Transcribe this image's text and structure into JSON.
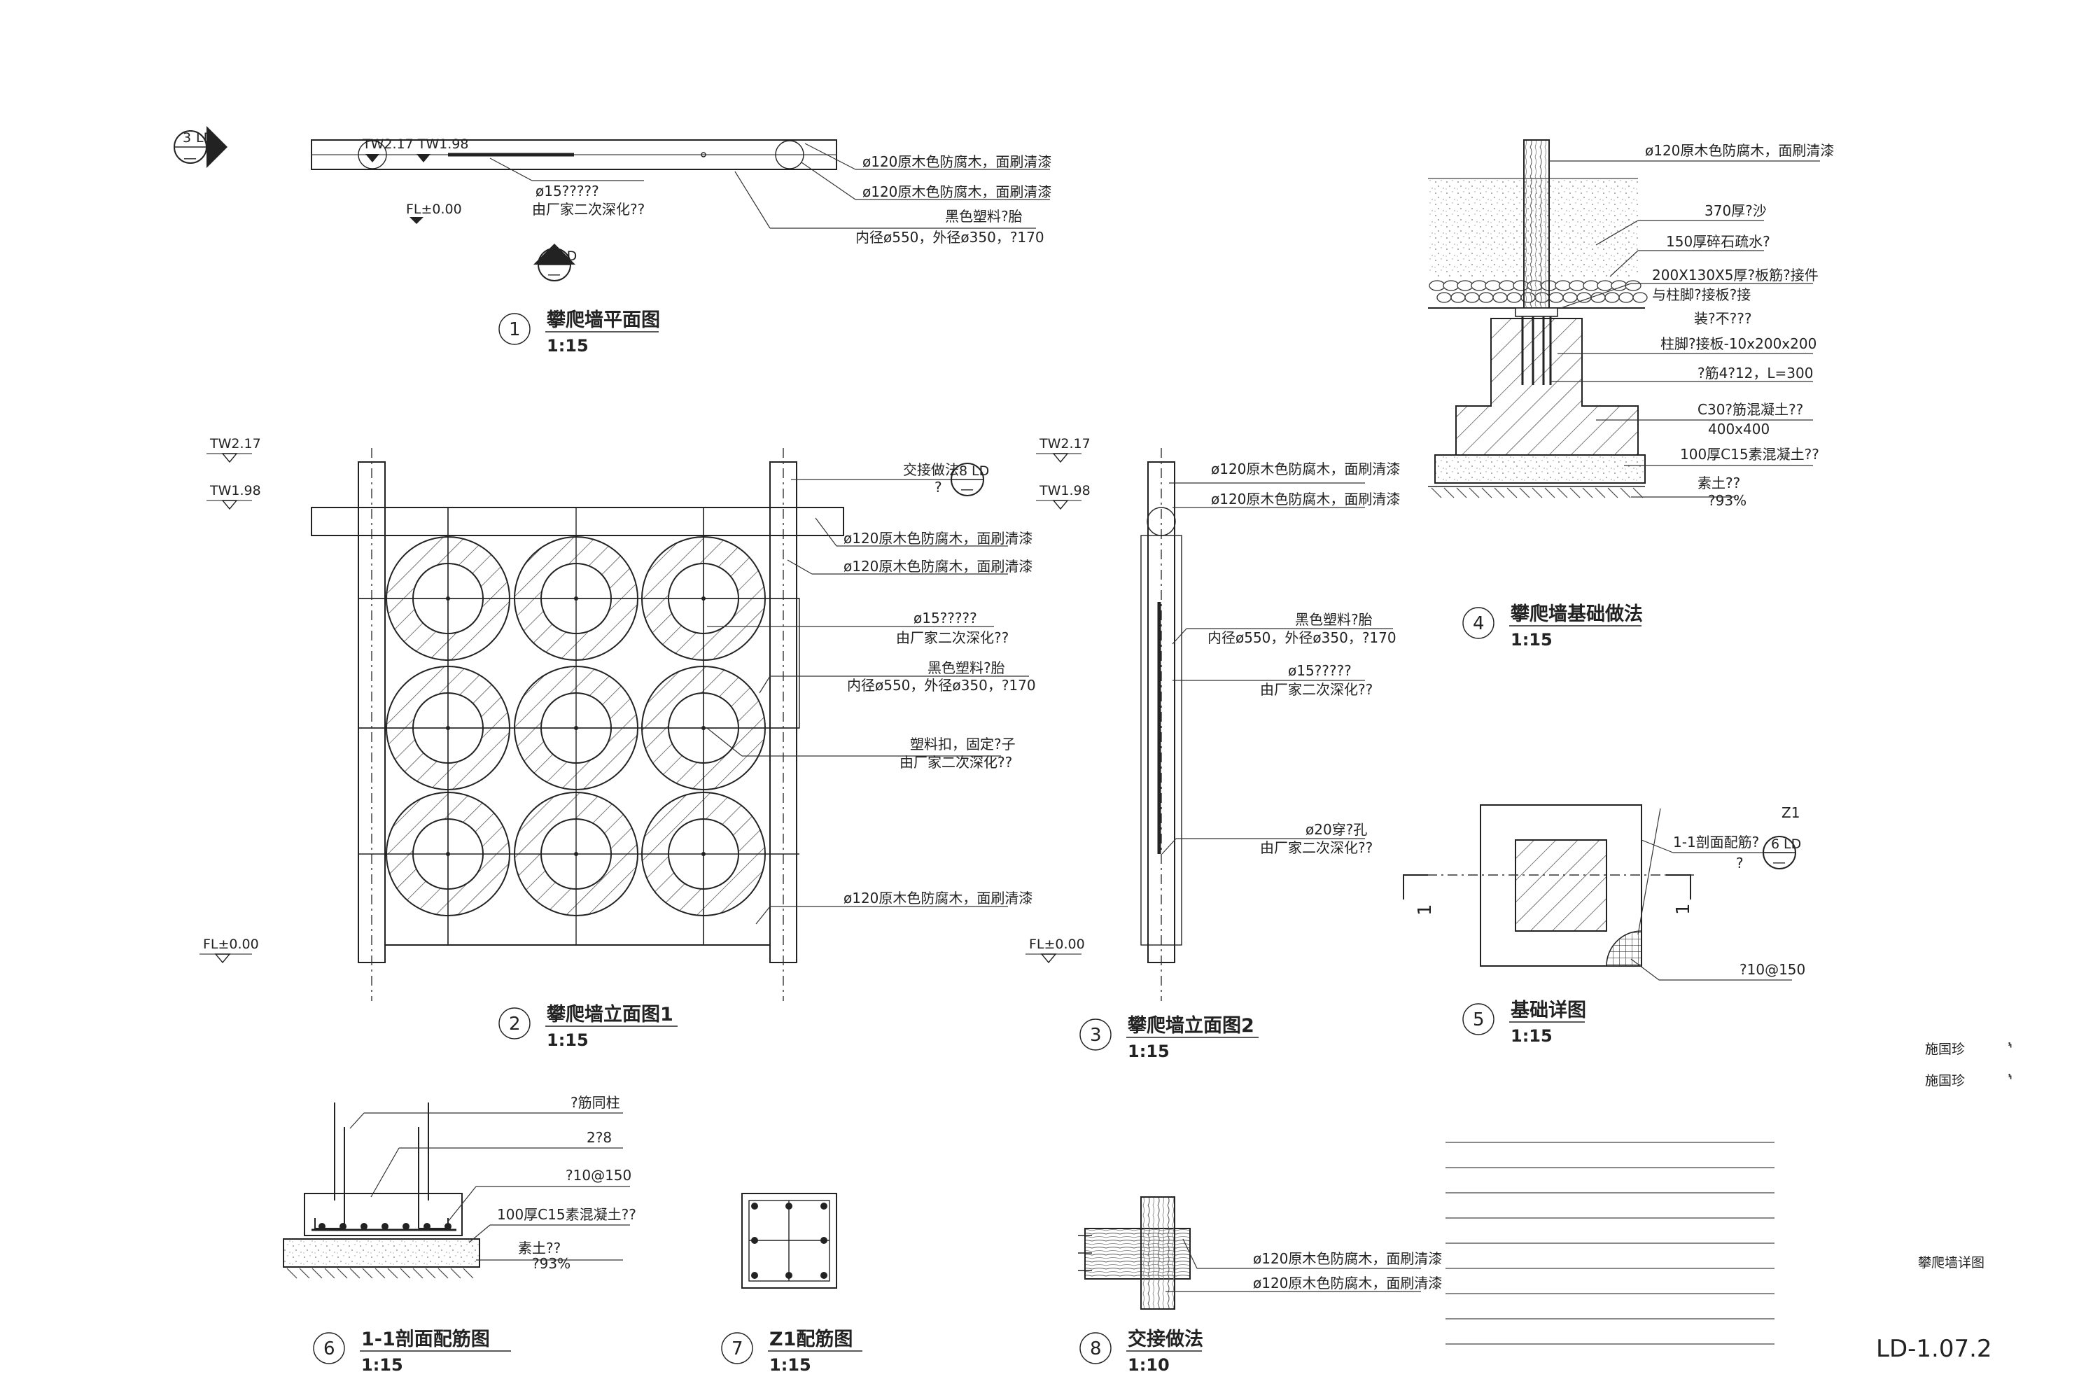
{
  "sheet": {
    "code": "LD-1.07.2",
    "name": "攀爬墙详图",
    "stamps": [
      "施国珍",
      "施国珍"
    ]
  },
  "levels": {
    "tw_top": "TW2.17",
    "tw_mid": "TW1.98",
    "fl": "FL±0.00",
    "plan_tw": "TW2.17 TW1.98",
    "plan_fl": "FL±0.00"
  },
  "callouts": {
    "plan_section_a": {
      "num": "3",
      "ref": "LD",
      "sub": "—"
    },
    "plan_section_b": {
      "num": "2",
      "ref": "LD",
      "sub": "—"
    },
    "joint_ref": {
      "num": "8",
      "ref": "LD",
      "sub": "—"
    },
    "rebar_ref": {
      "num": "6",
      "ref": "LD",
      "sub": "—"
    }
  },
  "notes": {
    "timber": "ø120原木色防腐木，面刷清漆",
    "rope_1": "ø15?????",
    "rope_2": "由厂家二次深化??",
    "ring_1": "黑色塑料?胎",
    "ring_2": "内径ø550，外径ø350，?170",
    "clip_1": "塑料扣，固定?子",
    "clip_2": "由厂家二次深化??",
    "hole_1": "ø20穿?孔",
    "hole_2": "由厂家二次深化??",
    "joint_1": "交接做法",
    "joint_2": "?",
    "f_sand": "370厚?沙",
    "f_gravel": "150厚碎石疏水?",
    "f_plate_1": "200X130X5厚?板筋?接件",
    "f_plate_2": "与柱脚?接板?接",
    "f_plate_3": "装?不???",
    "f_base_plate": "柱脚?接板-10x200x200",
    "f_bars": "?筋4?12，L=300",
    "f_c30_1": "C30?筋混凝土??",
    "f_c30_2": "400x400",
    "f_c15": "100厚C15素混凝土??",
    "f_soil_1": "素土??",
    "f_soil_2": "?93%",
    "z1": "Z1",
    "sec_ref_1": "1-1剖面配筋?",
    "sec_ref_2": "?",
    "sec_mark": "1",
    "stirrup_150": "?10@150",
    "r_column": "?筋同柱",
    "r_bars": "2?8",
    "r_stirrup": "?10@150",
    "r_c15": "100厚C15素混凝土??",
    "r_soil_1": "素土??",
    "r_soil_2": "?93%"
  },
  "titles": [
    {
      "num": "1",
      "name": "攀爬墙平面图",
      "scale": "1:15"
    },
    {
      "num": "2",
      "name": "攀爬墙立面图1",
      "scale": "1:15"
    },
    {
      "num": "3",
      "name": "攀爬墙立面图2",
      "scale": "1:15"
    },
    {
      "num": "4",
      "name": "攀爬墙基础做法",
      "scale": "1:15"
    },
    {
      "num": "5",
      "name": "基础详图",
      "scale": "1:15"
    },
    {
      "num": "6",
      "name": "1-1剖面配筋图",
      "scale": "1:15"
    },
    {
      "num": "7",
      "name": "Z1配筋图",
      "scale": "1:15"
    },
    {
      "num": "8",
      "name": "交接做法",
      "scale": "1:10"
    }
  ]
}
